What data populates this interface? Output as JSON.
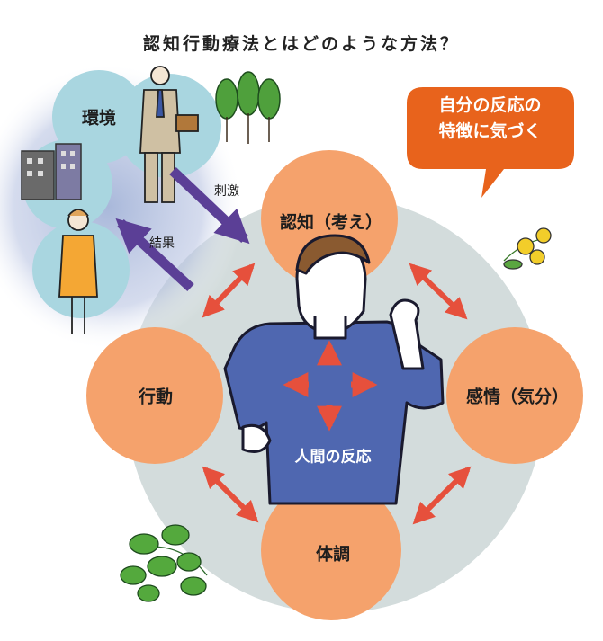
{
  "title": "認知行動療法とはどのような方法？",
  "callout": {
    "line1": "自分の反応の",
    "line2": "特徴に気づく"
  },
  "environment": {
    "label": "環境",
    "stimulus": "刺激",
    "result": "結果"
  },
  "nodes": {
    "cognition": "認知（考え）",
    "emotion": "感情（気分）",
    "behavior": "行動",
    "body": "体調"
  },
  "center": "人間の反応",
  "colors": {
    "node": "#f5a26c",
    "ring": "#d3dcdc",
    "arrow_red": "#e6503c",
    "arrow_purple": "#5b3f96",
    "callout": "#e8631c",
    "shirt": "#4f67b0",
    "env_circle": "#a9d6e0"
  }
}
